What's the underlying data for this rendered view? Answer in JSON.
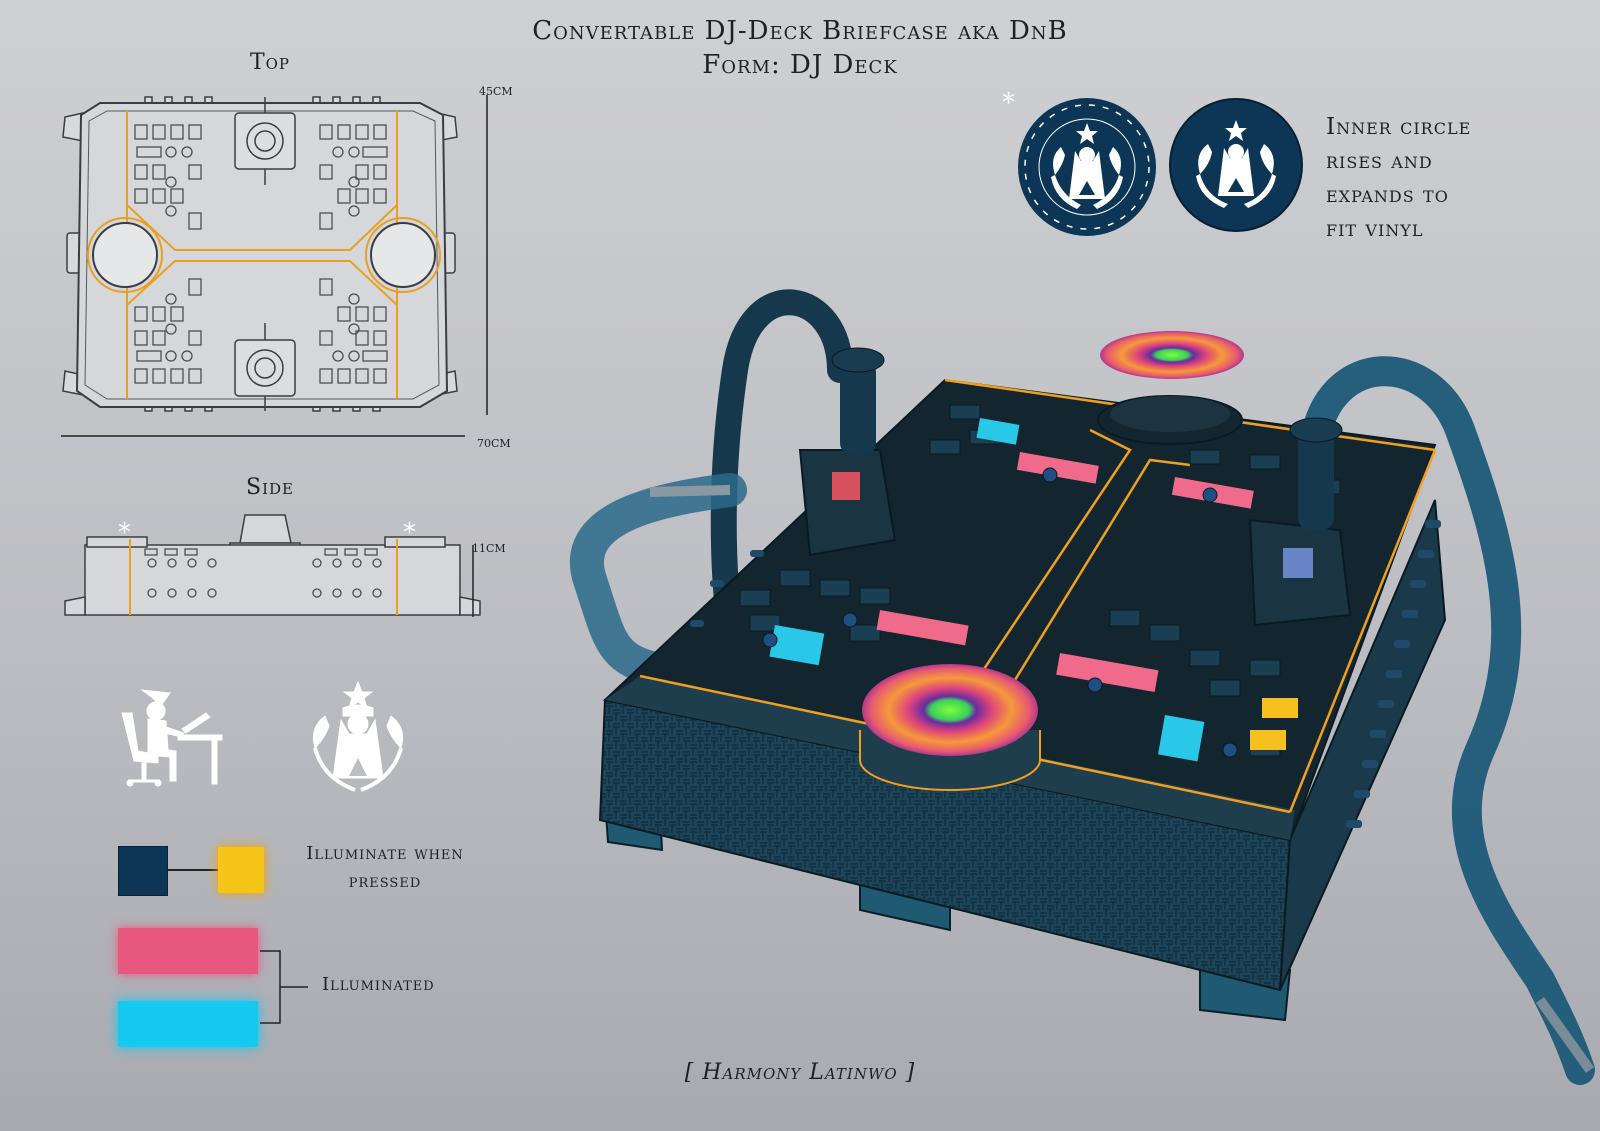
{
  "header": {
    "title": "Convertable DJ-Deck Briefcase aka DnB",
    "subtitle": "Form: DJ Deck"
  },
  "top_view": {
    "label": "Top",
    "depth_dim": "45CM",
    "width_dim": "70CM"
  },
  "side_view": {
    "label": "Side",
    "height_dim": "11CM",
    "marker": "*"
  },
  "emblems": {
    "marker": "*",
    "note_lines": [
      "Inner circle",
      "rises and",
      "expands to",
      "fit vinyl"
    ]
  },
  "legend": {
    "pressed_label": "Illuminate when pressed",
    "illuminated_label": "Illuminated",
    "colors": {
      "navy": "#0d3656",
      "yellow": "#f5c518",
      "pink": "#e8587e",
      "cyan": "#14c8ef",
      "orange_trim": "#e8a020",
      "deck_body": "#152a36"
    }
  },
  "credit": "[ Harmony Latinwo ]"
}
